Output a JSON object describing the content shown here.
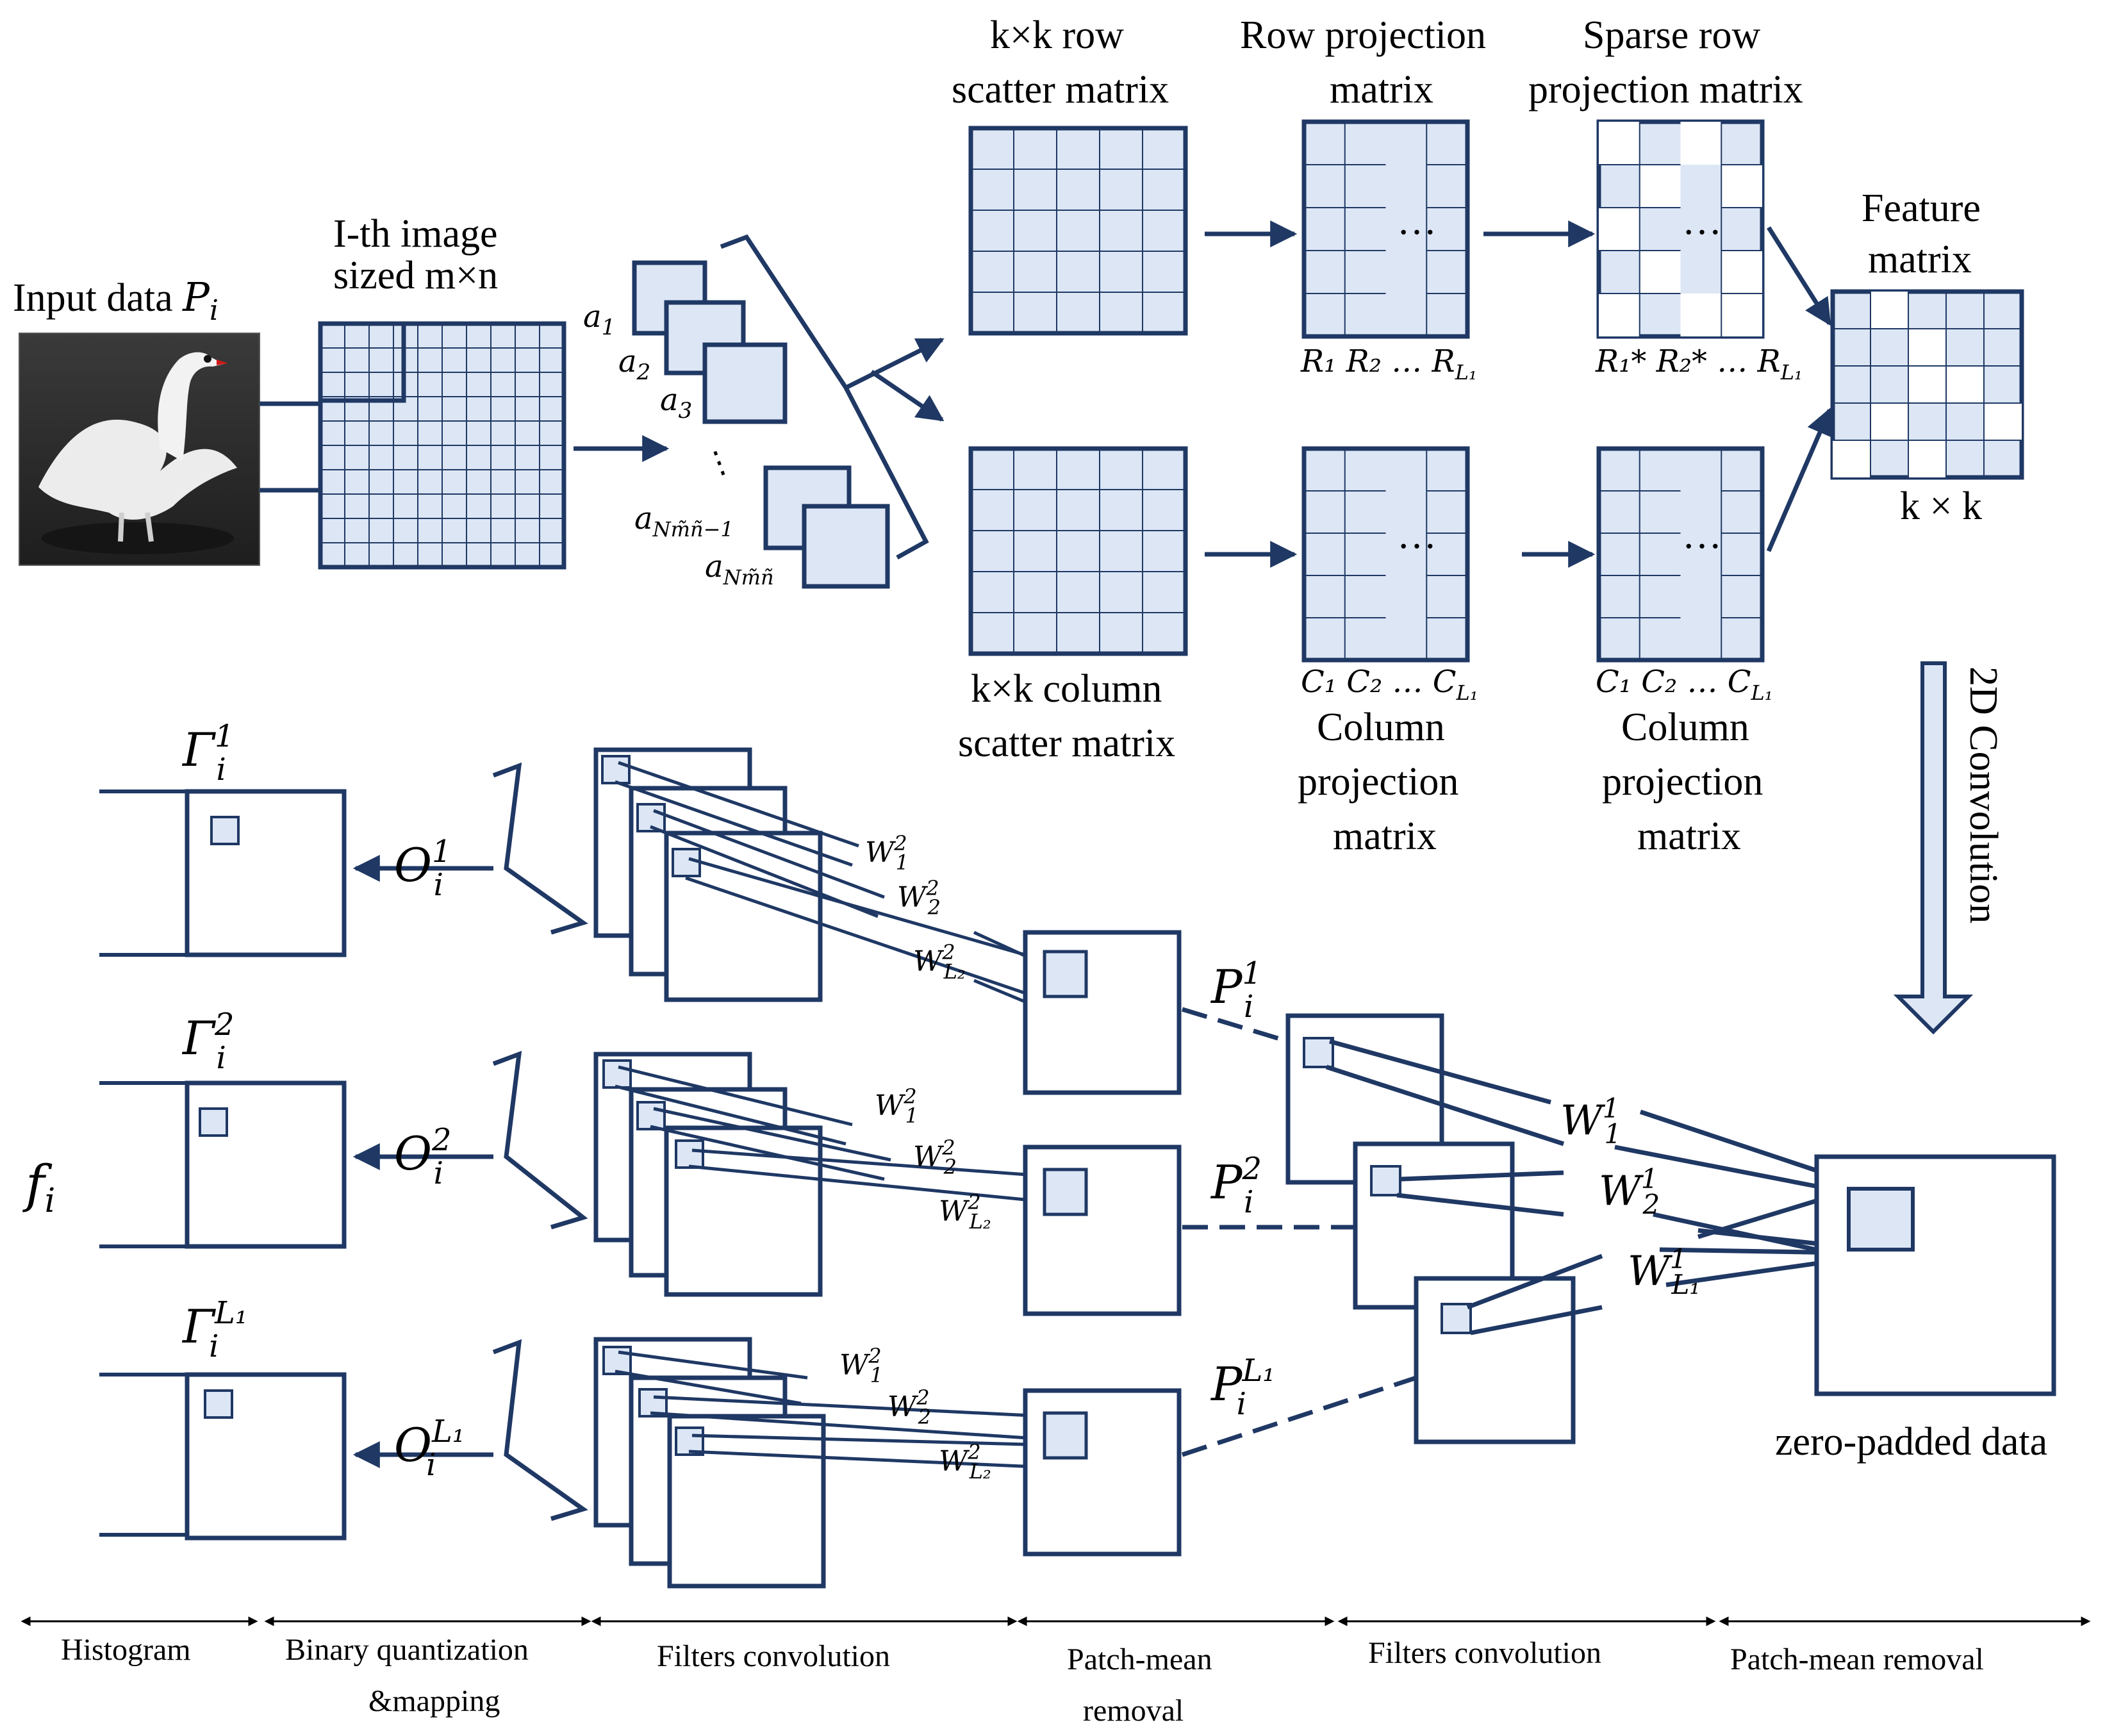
{
  "colors": {
    "line": "#1f3864",
    "fill": "#dce6f5",
    "white": "#ffffff"
  },
  "top": {
    "input_label": "Input data",
    "input_var": "P",
    "input_sub": "i",
    "image_title_1": "I-th image",
    "image_title_2": "sized m×n",
    "patches": {
      "a1": "a",
      "a1_sub": "1",
      "a2": "a",
      "a2_sub": "2",
      "a3": "a",
      "a3_sub": "3",
      "an1": "a",
      "an1_sub": "Nm̃ñ−1",
      "an": "a",
      "an_sub": "Nm̃ñ"
    },
    "row_scatter_1": "k×k row",
    "row_scatter_2": "scatter matrix",
    "col_scatter_1": "k×k column",
    "col_scatter_2": "scatter matrix",
    "row_proj_1": "Row projection",
    "row_proj_2": "matrix",
    "row_proj_caption": "R₁ R₂ … R",
    "row_proj_caption_sub": "L₁",
    "sparse_row_1": "Sparse row",
    "sparse_row_2": "projection matrix",
    "sparse_caption": "R₁* R₂* … R",
    "sparse_caption_sub": "L₁",
    "col_proj_caption": "C₁ C₂ … C",
    "col_proj_caption_sub": "L₁",
    "col_proj_1": "Column",
    "col_proj_2": "projection",
    "col_proj_3": "matrix",
    "feature_1": "Feature",
    "feature_2": "matrix",
    "feature_size": "k × k",
    "conv2d": "2D Convolution",
    "ellipsis": "…"
  },
  "bottom": {
    "gamma": "Γ",
    "gamma_sub": "i",
    "gamma_sup_1": "1",
    "gamma_sup_2": "2",
    "gamma_sup_3": "L₁",
    "o": "O",
    "o_sub": "i",
    "o_sup_1": "1",
    "o_sup_2": "2",
    "o_sup_3": "L₁",
    "f": "f",
    "f_sub": "i",
    "p": "P",
    "p_sub": "i",
    "p_sup_1": "1",
    "p_sup_2": "2",
    "p_sup_3": "L₁",
    "w": "W",
    "w2_1": "1",
    "w2_1_sup": "2",
    "w2_2": "2",
    "w2_2_sup": "2",
    "w2_3": "L₂",
    "w2_3_sup": "2",
    "w1_1": "1",
    "w1_1_sup": "1",
    "w1_2": "2",
    "w1_2_sup": "1",
    "w1_3": "L₁",
    "w1_3_sup": "1",
    "zero_padded": "zero-padded data"
  },
  "stages": [
    {
      "label": "Histogram",
      "label2": ""
    },
    {
      "label": "Binary  quantization",
      "label2": "&mapping"
    },
    {
      "label": "Filters  convolution",
      "label2": ""
    },
    {
      "label": "Patch-mean",
      "label2": "removal"
    },
    {
      "label": "Filters  convolution",
      "label2": ""
    },
    {
      "label": "Patch-mean  removal",
      "label2": ""
    }
  ]
}
